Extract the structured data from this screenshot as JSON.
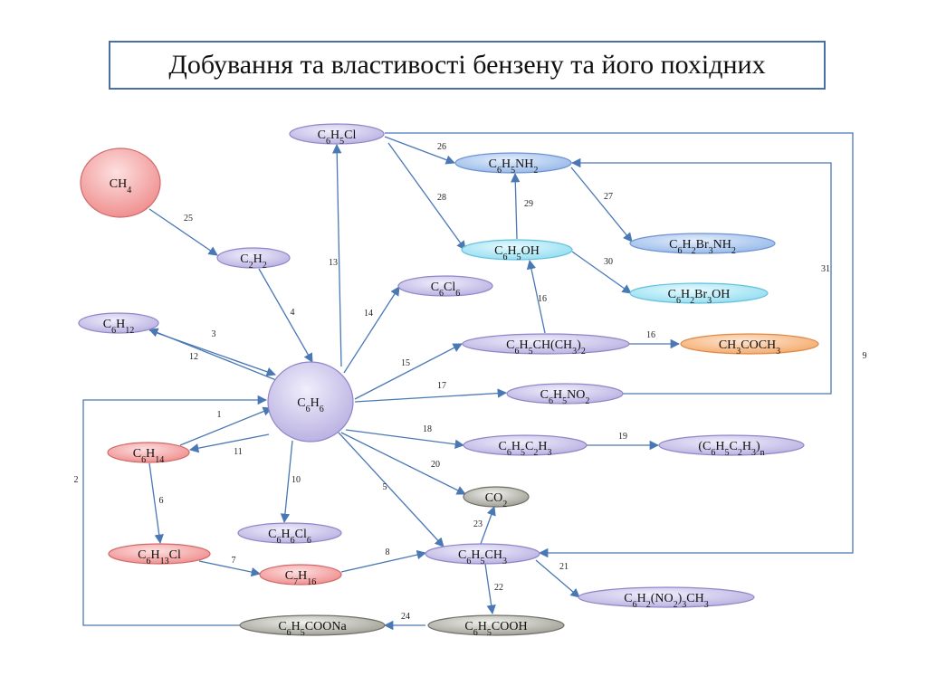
{
  "title": "Добування та властивості бензену та його похідних",
  "nodes": [
    {
      "id": "ch4",
      "formula": "CH_4",
      "style": "red"
    },
    {
      "id": "c2h2",
      "formula": "C_2H_2",
      "style": "purple"
    },
    {
      "id": "c6h12",
      "formula": "C_6H_12",
      "style": "purple"
    },
    {
      "id": "c6h6",
      "formula": "C_6H_6",
      "style": "purple"
    },
    {
      "id": "c6h5cl",
      "formula": "C_6H_5Cl",
      "style": "purple"
    },
    {
      "id": "c6h5nh2",
      "formula": "C_6H_5NH_2",
      "style": "blue"
    },
    {
      "id": "c6h5oh",
      "formula": "C_6H_5OH",
      "style": "cyan"
    },
    {
      "id": "c6h2br3nh2",
      "formula": "C_6H_2Br_3NH_2",
      "style": "blue"
    },
    {
      "id": "c6h2br3oh",
      "formula": "C_6H_2Br_3OH",
      "style": "cyan"
    },
    {
      "id": "c6cl6",
      "formula": "C_6Cl_6",
      "style": "purple"
    },
    {
      "id": "cumene",
      "formula": "C_6H_5CH(CH_3)_2",
      "style": "purple"
    },
    {
      "id": "acetone",
      "formula": "CH_3COCH_3",
      "style": "orange"
    },
    {
      "id": "c6h5no2",
      "formula": "C_6H_5NO_2",
      "style": "purple"
    },
    {
      "id": "styrene",
      "formula": "C_6H_5C_2H_3",
      "style": "purple"
    },
    {
      "id": "polystyrene",
      "formula": "(C_6H_5C_2H_3)_n",
      "style": "purple"
    },
    {
      "id": "co2",
      "formula": "CO_2",
      "style": "gray"
    },
    {
      "id": "c6h14",
      "formula": "C_6H_14",
      "style": "red"
    },
    {
      "id": "c6h6cl6",
      "formula": "C_6H_6Cl_6",
      "style": "purple"
    },
    {
      "id": "c6h13cl",
      "formula": "C_6H_13Cl",
      "style": "red"
    },
    {
      "id": "c7h16",
      "formula": "C_7H_16",
      "style": "red"
    },
    {
      "id": "toluene",
      "formula": "C_6H_5CH_3",
      "style": "purple"
    },
    {
      "id": "tnt",
      "formula": "C_6H_2(NO_2)_3CH_3",
      "style": "purple"
    },
    {
      "id": "c6h5cooh",
      "formula": "C_6H_5COOH",
      "style": "gray"
    },
    {
      "id": "c6h5coona",
      "formula": "C_6H_5COONa",
      "style": "gray"
    }
  ],
  "edges": [
    {
      "label": "1",
      "from": "c6h14",
      "to": "c6h6"
    },
    {
      "label": "2",
      "from": "c6h5coona",
      "to": "c6h6"
    },
    {
      "label": "3",
      "from": "c6h12",
      "to": "c6h6"
    },
    {
      "label": "4",
      "from": "c2h2",
      "to": "c6h6"
    },
    {
      "label": "5",
      "from": "c6h6",
      "to": "toluene"
    },
    {
      "label": "6",
      "from": "c6h14",
      "to": "c6h13cl"
    },
    {
      "label": "7",
      "from": "c6h13cl",
      "to": "c7h16"
    },
    {
      "label": "8",
      "from": "c7h16",
      "to": "toluene"
    },
    {
      "label": "9",
      "from": "c6h5cl",
      "to": "toluene"
    },
    {
      "label": "10",
      "from": "c6h6",
      "to": "c6h6cl6"
    },
    {
      "label": "11",
      "from": "c6h6",
      "to": "c6h14"
    },
    {
      "label": "12",
      "from": "c6h6",
      "to": "c6h12"
    },
    {
      "label": "13",
      "from": "c6h6",
      "to": "c6h5cl"
    },
    {
      "label": "14",
      "from": "c6h6",
      "to": "c6cl6"
    },
    {
      "label": "15",
      "from": "c6h6",
      "to": "cumene"
    },
    {
      "label": "16",
      "from": "cumene",
      "to": "acetone"
    },
    {
      "label": "16",
      "from": "cumene",
      "to": "c6h5oh"
    },
    {
      "label": "17",
      "from": "c6h6",
      "to": "c6h5no2"
    },
    {
      "label": "18",
      "from": "c6h6",
      "to": "styrene"
    },
    {
      "label": "19",
      "from": "styrene",
      "to": "polystyrene"
    },
    {
      "label": "20",
      "from": "c6h6",
      "to": "co2"
    },
    {
      "label": "21",
      "from": "toluene",
      "to": "tnt"
    },
    {
      "label": "22",
      "from": "toluene",
      "to": "c6h5cooh"
    },
    {
      "label": "23",
      "from": "toluene",
      "to": "co2"
    },
    {
      "label": "24",
      "from": "c6h5cooh",
      "to": "c6h5coona"
    },
    {
      "label": "25",
      "from": "ch4",
      "to": "c2h2"
    },
    {
      "label": "26",
      "from": "c6h5cl",
      "to": "c6h5nh2"
    },
    {
      "label": "27",
      "from": "c6h5nh2",
      "to": "c6h2br3nh2"
    },
    {
      "label": "28",
      "from": "c6h5cl",
      "to": "c6h5oh"
    },
    {
      "label": "29",
      "from": "c6h5oh",
      "to": "c6h5nh2"
    },
    {
      "label": "30",
      "from": "c6h5oh",
      "to": "c6h2br3oh"
    },
    {
      "label": "31",
      "from": "c6h5no2",
      "to": "c6h5nh2"
    }
  ]
}
